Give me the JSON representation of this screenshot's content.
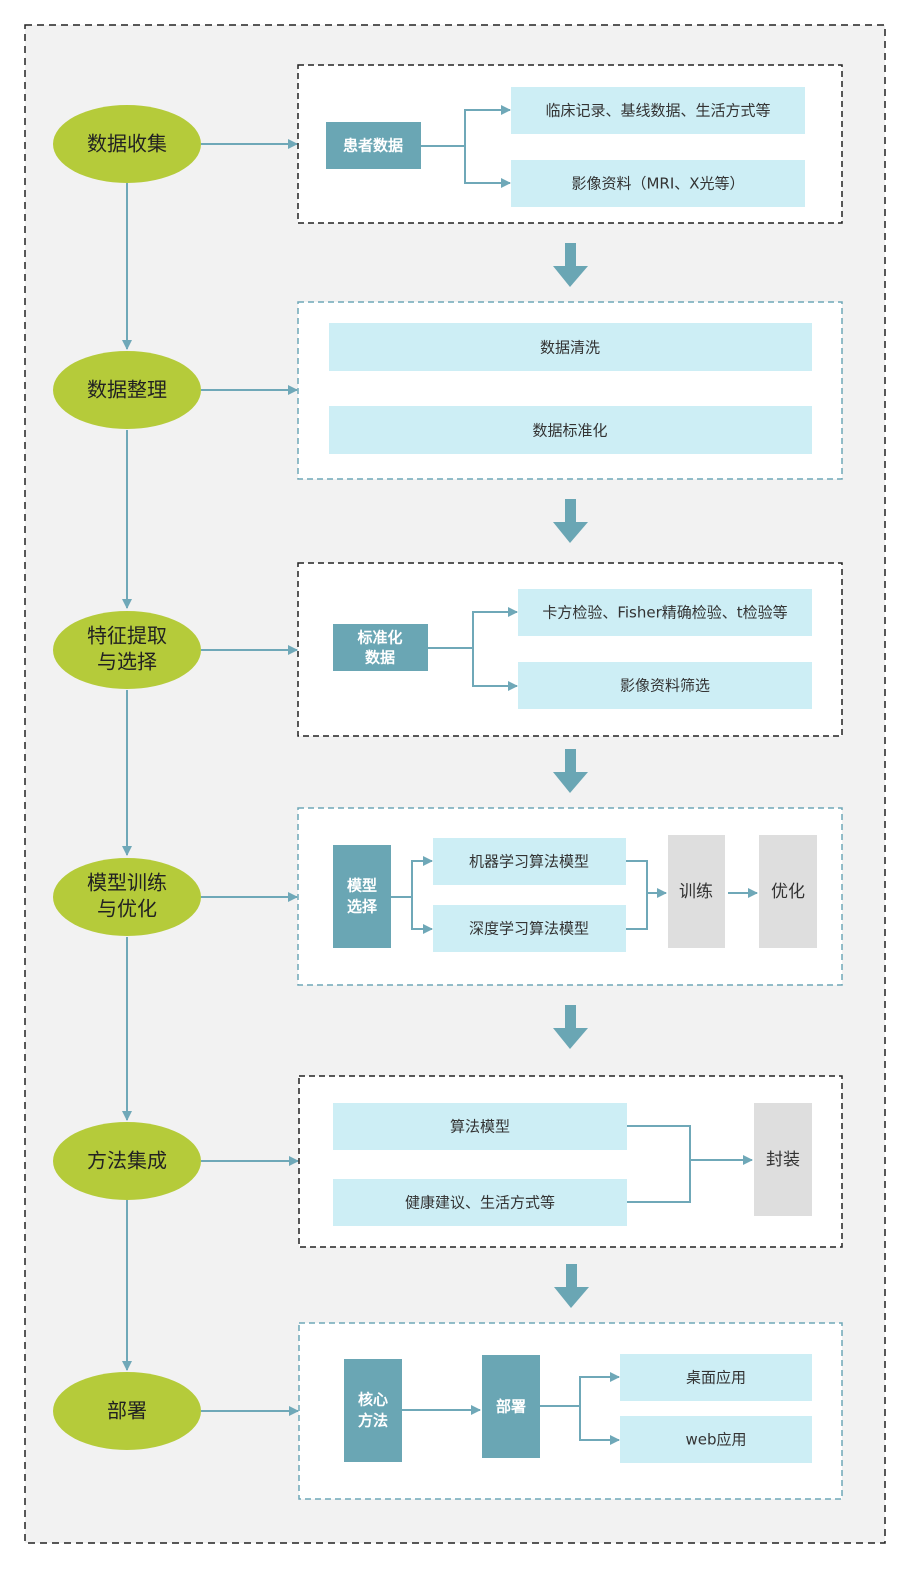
{
  "colors": {
    "stage": "#b5cb3a",
    "light": "#cdeef5",
    "dark": "#6aa6b4",
    "gray": "#dedede",
    "connector": "#6fa8b8",
    "outer_bg": "#f2f2f2"
  },
  "stages": [
    {
      "line1": "数据收集",
      "line2": ""
    },
    {
      "line1": "数据整理",
      "line2": ""
    },
    {
      "line1": "特征提取",
      "line2": "与选择"
    },
    {
      "line1": "模型训练",
      "line2": "与优化"
    },
    {
      "line1": "方法集成",
      "line2": ""
    },
    {
      "line1": "部署",
      "line2": ""
    }
  ],
  "panel1": {
    "source": "患者数据",
    "items": [
      "临床记录、基线数据、生活方式等",
      "影像资料（MRI、X光等）"
    ]
  },
  "panel2": {
    "items": [
      "数据清洗",
      "数据标准化"
    ]
  },
  "panel3": {
    "source_line1": "标准化",
    "source_line2": "数据",
    "items": [
      "卡方检验、Fisher精确检验、t检验等",
      "影像资料筛选"
    ]
  },
  "panel4": {
    "source_line1": "模型",
    "source_line2": "选择",
    "items": [
      "机器学习算法模型",
      "深度学习算法模型"
    ],
    "train": "训练",
    "optimize": "优化"
  },
  "panel5": {
    "items": [
      "算法模型",
      "健康建议、生活方式等"
    ],
    "package": "封装"
  },
  "panel6": {
    "core_line1": "核心",
    "core_line2": "方法",
    "deploy": "部署",
    "items": [
      "桌面应用",
      "web应用"
    ]
  }
}
